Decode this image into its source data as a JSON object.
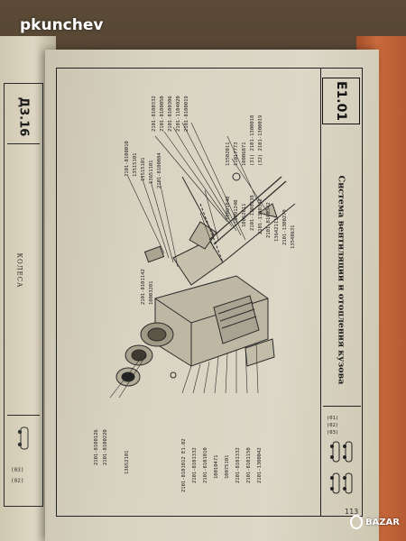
{
  "watermark": "pkunchev",
  "left_page": {
    "code": "Д3.16",
    "label": "КОЛЕСА",
    "icon_codes": [
      "(03)",
      "(02)"
    ]
  },
  "right_page": {
    "section_code": "E1.01",
    "section_title": "Система вентиляции и отопления кузова",
    "page_number": "113",
    "strip_icon_codes": [
      "(01)",
      "(02)",
      "(03)"
    ]
  },
  "part_labels_left_upper": [
    "2101-8100010",
    "13515101",
    "13515101",
    "13651101",
    "2101-8100084",
    "2101-8101142",
    "10003201"
  ],
  "part_labels_top": [
    "2101-8100332",
    "2101-8100050",
    "2101-8100306",
    "2101-1104020",
    "2101-8100019"
  ],
  "part_labels_right": [
    "13502011",
    "11017773",
    "10006871",
    "(31) 2101-1300018",
    "(32) 2101-1300019",
    "10091840",
    "10091240",
    "10062611",
    "2101-1300338",
    "2101-1300342",
    "2101-8100342",
    "13642111",
    "2101-1300270",
    "13548631"
  ],
  "part_labels_left_lower": [
    "13652101",
    "2101-8100126",
    "2101-8100220"
  ],
  "part_labels_bottom": [
    "2101-8101012 E1.02",
    "2101-8101332",
    "2101-8101010",
    "10010471",
    "10075101",
    "2101-8101332",
    "2101-8101150",
    "2101-1300042"
  ],
  "brand": "BAZAR"
}
